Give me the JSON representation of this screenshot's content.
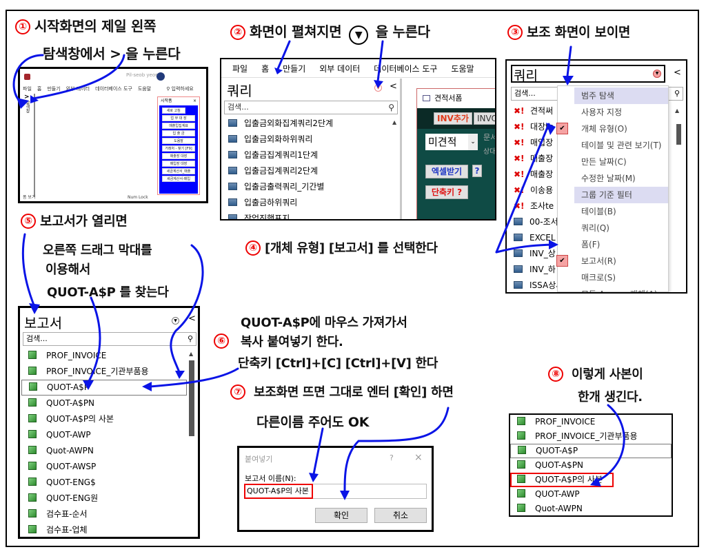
{
  "steps": {
    "s1": {
      "num": "①",
      "line1": "시작화면의 제일 왼쪽",
      "line2": "탐색창에서 > 을 누른다"
    },
    "s2": {
      "num": "②",
      "text_before": "화면이 펼쳐지면",
      "symbol": "▼",
      "text_after": "을 누른다"
    },
    "s3": {
      "num": "③",
      "text": "보조 화면이 보이면"
    },
    "s4": {
      "num": "④",
      "text": "[개체 유형] [보고서] 를 선택한다"
    },
    "s5": {
      "num": "⑤",
      "line1": "보고서가 열리면",
      "line2": "오른쪽 드래그 막대를",
      "line3": "이용해서",
      "line4": "QUOT-A$P 를 찾는다"
    },
    "s6": {
      "num": "⑥",
      "line1": "QUOT-A$P에 마우스 가져가서",
      "line2": "복사 붙여넣기 한다.",
      "line3": "단축키 [Ctrl]+[C] [Ctrl]+[V] 한다"
    },
    "s7": {
      "num": "⑦",
      "line1": "보조화면 뜨면 그대로 엔터 [확인] 하면",
      "line2": "다른이름 주어도 OK"
    },
    "s8": {
      "num": "⑧",
      "line1": "이렇게 사본이",
      "line2": "한개 생긴다."
    }
  },
  "shot1": {
    "menu": [
      "파일",
      "홈",
      "만들기",
      "외부 데이터",
      "데이터베이스 도구",
      "도움말"
    ],
    "search_hint": "입력하세요",
    "nav_chevron": ">",
    "side_label": "탐색창",
    "user": "Pil-seob yeom",
    "start_panel": {
      "title": "시작폼",
      "close": "×",
      "buttons": [
        "새로 고침",
        "업 무 대 장",
        "매출입집계표",
        "입 출 금",
        "도움말",
        "거래처 - 찾기 [F9]",
        "매출장 대장",
        "매입장 대장",
        "세금계산서_매출",
        "세금계산서-매입"
      ]
    },
    "status_left": "폼 보기",
    "status_right": "Num Lock"
  },
  "shot2": {
    "menu": [
      "파일",
      "홈",
      "만들기",
      "외부 데이터",
      "데이터베이스 도구",
      "도움말"
    ],
    "nav_title": "쿼리",
    "search_placeholder": "검색...",
    "collapse": "<",
    "items": [
      "입출금외화집계쿼리2단계",
      "입출금외화하위쿼리",
      "입출금집계쿼리1단계",
      "입출금집계쿼리2단계",
      "입출금출력쿼리_기간별",
      "입출금하위쿼리",
      "작업진행표지"
    ],
    "form": {
      "tab": "견적서폼",
      "btn_inv_add": "INV추가",
      "btn_invo": "INVO",
      "combo_value": "미견적",
      "label_1": "문서",
      "label_2": "상대",
      "btn_excel": "엑셀받기",
      "btn_help": "?",
      "btn_shortcut": "단축키 ?"
    }
  },
  "shot3": {
    "nav_title": "쿼리",
    "search_placeholder": "검색...",
    "collapse": "<",
    "items": [
      {
        "icon": "error",
        "label": "견적써"
      },
      {
        "icon": "error",
        "label": "대장te"
      },
      {
        "icon": "error",
        "label": "매입장"
      },
      {
        "icon": "error",
        "label": "매출장"
      },
      {
        "icon": "error",
        "label": "매출장"
      },
      {
        "icon": "error",
        "label": "이송용"
      },
      {
        "icon": "error",
        "label": "조사te"
      },
      {
        "icon": "query",
        "label": "00-조서"
      },
      {
        "icon": "query",
        "label": "EXCEL"
      },
      {
        "icon": "query",
        "label": "INV_상"
      },
      {
        "icon": "query",
        "label": "INV_하"
      },
      {
        "icon": "query",
        "label": "ISSA상세쿼리"
      }
    ],
    "menu": [
      {
        "label": "범주 탐색",
        "header": true,
        "checked": false
      },
      {
        "label": "사용자 지정",
        "header": false,
        "checked": false
      },
      {
        "label": "개체 유형(O)",
        "header": false,
        "checked": true
      },
      {
        "label": "테이블 및 관련 보기(T)",
        "header": false,
        "checked": false
      },
      {
        "label": "만든 날짜(C)",
        "header": false,
        "checked": false
      },
      {
        "label": "수정한 날짜(M)",
        "header": false,
        "checked": false
      },
      {
        "label": "그룹 기준 필터",
        "header": true,
        "checked": false
      },
      {
        "label": "테이블(B)",
        "header": false,
        "checked": false
      },
      {
        "label": "쿼리(Q)",
        "header": false,
        "checked": false
      },
      {
        "label": "폼(F)",
        "header": false,
        "checked": false
      },
      {
        "label": "보고서(R)",
        "header": false,
        "checked": true
      },
      {
        "label": "매크로(S)",
        "header": false,
        "checked": false
      },
      {
        "label": "모든 Access 개체(A)",
        "header": false,
        "checked": false
      }
    ]
  },
  "shot5": {
    "nav_title": "보고서",
    "search_placeholder": "검색...",
    "collapse": "<",
    "selected_index": 2,
    "items": [
      "PROF_INVOICE",
      "PROF_INVOICE_기관부품용",
      "QUOT-A$P",
      "QUOT-A$PN",
      "QUOT-A$P의 사본",
      "QUOT-AWP",
      "Quot-AWPN",
      "QUOT-AWSP",
      "QUOT-ENG$",
      "QUOT-ENG원",
      "검수표-순서",
      "검수표-업체"
    ]
  },
  "dialog": {
    "title": "붙여넣기",
    "help": "?",
    "close": "×",
    "field_label": "보고서 이름(N):",
    "field_value": "QUOT-A$P의 사본",
    "ok": "확인",
    "cancel": "취소"
  },
  "shot8": {
    "selected_index": 2,
    "highlight_index": 4,
    "items": [
      "PROF_INVOICE",
      "PROF_INVOICE_기관부품용",
      "QUOT-A$P",
      "QUOT-A$PN",
      "QUOT-A$P의 사본",
      "QUOT-AWP",
      "Quot-AWPN"
    ]
  },
  "colors": {
    "arrow": "#0a14e6",
    "annotation_red": "#e00000",
    "menu_highlight": "#dcdcf2",
    "check_bg": "#f5a3a3",
    "form_bg": "#0f4b45",
    "start_panel_blue": "#0000ff"
  }
}
